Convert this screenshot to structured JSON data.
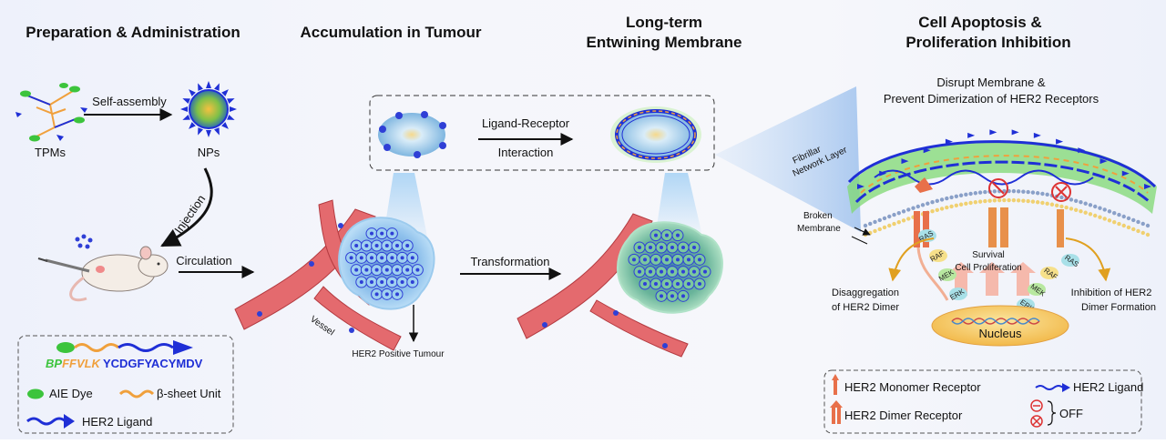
{
  "sections": {
    "prep": "Preparation & Administration",
    "accum": "Accumulation in Tumour",
    "long_1": "Long-term",
    "long_2": "Entwining Membrane",
    "apop_1": "Cell Apoptosis &",
    "apop_2": "Proliferation Inhibition"
  },
  "prep": {
    "self_assembly": "Self-assembly",
    "tpms": "TPMs",
    "nps": "NPs",
    "injection": "Injection",
    "circulation": "Circulation"
  },
  "peptide": {
    "bp": "BP",
    "ffvlk": "FFVLK",
    "ycdg": "YCDGFYACYMDV",
    "aie": "AIE Dye",
    "beta": "β-sheet Unit",
    "ligand": "HER2 Ligand"
  },
  "accum": {
    "vessel": "Vessel",
    "tumour": "HER2 Positive Tumour",
    "lr_1": "Ligand-Receptor",
    "lr_2": "Interaction",
    "transformation": "Transformation"
  },
  "apop": {
    "disrupt_1": "Disrupt Membrane &",
    "disrupt_2": "Prevent Dimerization of HER2 Receptors",
    "fibrillar_1": "Fibrillar",
    "fibrillar_2": "Network Layer",
    "broken_1": "Broken",
    "broken_2": "Membrane",
    "survival": "Survival",
    "cell_prolif": "Cell Proliferation",
    "disagg_1": "Disaggregation",
    "disagg_2": "of HER2 Dimer",
    "inhib_1": "Inhibition of HER2",
    "inhib_2": "Dimer Formation",
    "nucleus": "Nucleus",
    "ras": "RAS",
    "raf": "RAF",
    "mek": "MEK",
    "erk": "ERK"
  },
  "legend": {
    "monomer": "HER2 Monomer Receptor",
    "dimer": "HER2 Dimer Receptor",
    "ligand": "HER2 Ligand",
    "off": "OFF"
  },
  "colors": {
    "accent_blue": "#1f2fd6",
    "aie_green": "#3cc43c",
    "beta_orange": "#f0a03c",
    "vessel_red": "#d9545a"
  }
}
